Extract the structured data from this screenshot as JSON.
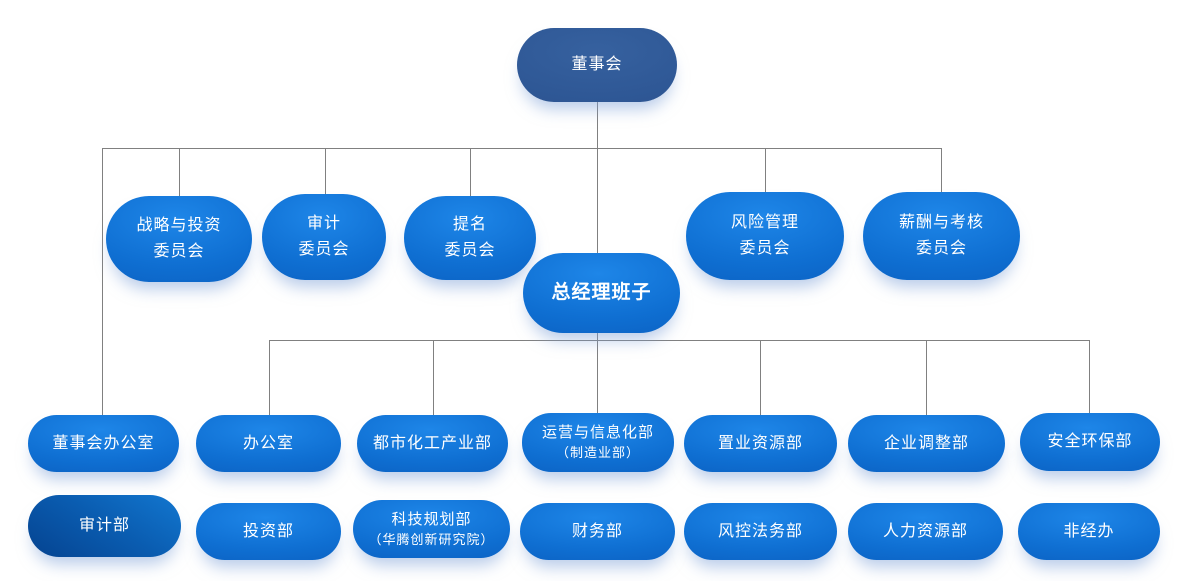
{
  "diagram": {
    "type": "org-chart",
    "nodes": {
      "board": {
        "label": "董事会"
      },
      "strategy_committee": {
        "label": "战略与投资\n委员会"
      },
      "audit_committee": {
        "label": "审计\n委员会"
      },
      "nomination_committee": {
        "label": "提名\n委员会"
      },
      "risk_committee": {
        "label": "风险管理\n委员会"
      },
      "compensation_committee": {
        "label": "薪酬与考核\n委员会"
      },
      "gm_team": {
        "label": "总经理班子"
      },
      "board_office": {
        "label": "董事会办公室"
      },
      "office": {
        "label": "办公室"
      },
      "urban_chemical": {
        "label": "都市化工产业部"
      },
      "operations_info": {
        "label": "运营与信息化部",
        "sublabel": "（制造业部）"
      },
      "property_resources": {
        "label": "置业资源部"
      },
      "enterprise_adjustment": {
        "label": "企业调整部"
      },
      "safety_environment": {
        "label": "安全环保部"
      },
      "audit_dept": {
        "label": "审计部"
      },
      "investment_dept": {
        "label": "投资部"
      },
      "tech_planning": {
        "label": "科技规划部",
        "sublabel": "（华腾创新研究院）"
      },
      "finance_dept": {
        "label": "财务部"
      },
      "risk_legal_dept": {
        "label": "风控法务部"
      },
      "hr_dept": {
        "label": "人力资源部"
      },
      "non_operating_office": {
        "label": "非经办"
      }
    },
    "hierarchy": {
      "level1": [
        "board"
      ],
      "level2": [
        "strategy_committee",
        "audit_committee",
        "nomination_committee",
        "gm_team",
        "risk_committee",
        "compensation_committee"
      ],
      "level3": [
        "board_office",
        "office",
        "urban_chemical",
        "operations_info",
        "property_resources",
        "enterprise_adjustment",
        "safety_environment"
      ],
      "level4": [
        "audit_dept",
        "investment_dept",
        "tech_planning",
        "finance_dept",
        "risk_legal_dept",
        "hr_dept",
        "non_operating_office"
      ]
    },
    "colors": {
      "board_fill": "#2e5795",
      "node_fill_light": "#1e86e8",
      "node_fill_dark": "#0959b9",
      "audit_dept_fill_light": "#1277d0",
      "audit_dept_fill_dark": "#054390",
      "connector": "#808080",
      "text": "#ffffff"
    }
  }
}
